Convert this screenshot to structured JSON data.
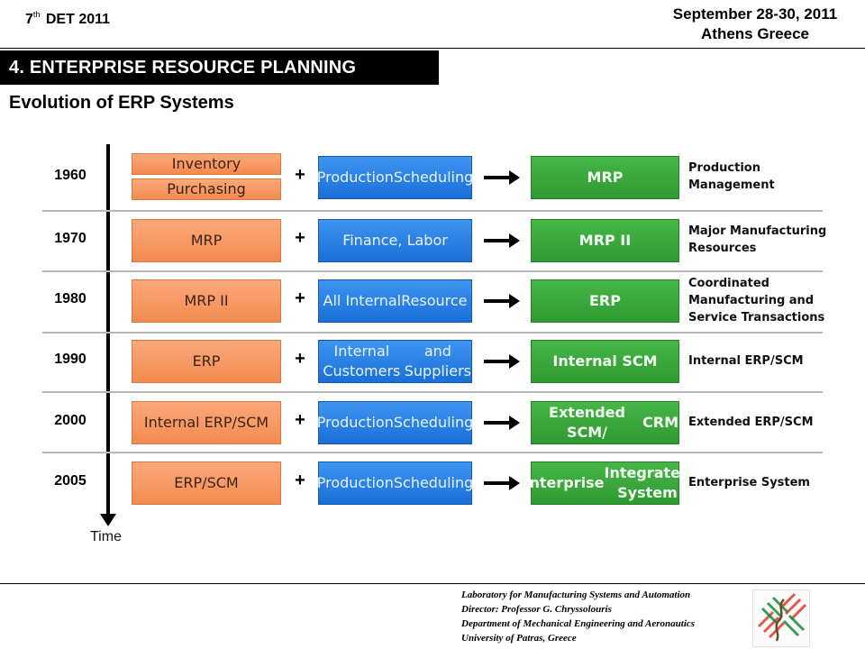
{
  "header": {
    "conf_prefix": "7",
    "conf_sup": "th",
    "conf_name": "DET 2011",
    "date": "September 28-30, 2011",
    "place": "Athens Greece"
  },
  "section_title": "4. ENTERPRISE RESOURCE PLANNING",
  "subtitle": "Evolution of ERP Systems",
  "time_label": "Time",
  "plus_sign": "+",
  "rows": [
    {
      "year": "1960",
      "inputs": [
        "Inventory",
        "Purchasing"
      ],
      "added": [
        "Production",
        "Scheduling"
      ],
      "result": [
        "MRP"
      ],
      "outcome": [
        "Production",
        "Management"
      ]
    },
    {
      "year": "1970",
      "inputs": [
        "MRP"
      ],
      "added": [
        "Finance, Labor"
      ],
      "result": [
        "MRP II"
      ],
      "outcome": [
        "Major Manufacturing",
        "Resources"
      ]
    },
    {
      "year": "1980",
      "inputs": [
        "MRP II"
      ],
      "added": [
        "All Internal",
        "Resource"
      ],
      "result": [
        "ERP"
      ],
      "outcome": [
        "Coordinated",
        "Manufacturing and",
        "Service Transactions"
      ]
    },
    {
      "year": "1990",
      "inputs": [
        "ERP"
      ],
      "added": [
        "Internal Customers",
        "and Suppliers"
      ],
      "result": [
        "Internal SCM"
      ],
      "outcome": [
        "Internal ERP/SCM"
      ]
    },
    {
      "year": "2000",
      "inputs": [
        "Internal ERP/SCM"
      ],
      "added": [
        "Production",
        "Scheduling"
      ],
      "result": [
        "Extended SCM/",
        "CRM"
      ],
      "outcome": [
        "Extended ERP/SCM"
      ]
    },
    {
      "year": "2005",
      "inputs": [
        "ERP/SCM"
      ],
      "added": [
        "Production",
        "Scheduling"
      ],
      "result": [
        "Enterprise",
        "Integrated System"
      ],
      "outcome": [
        "Enterprise System"
      ]
    }
  ],
  "footer": {
    "line1": "Laboratory for Manufacturing Systems and Automation",
    "line2": "Director: Professor G. Chryssolouris",
    "line3": "Department of Mechanical Engineering and Aeronautics",
    "line4": "University of Patras, Greece"
  },
  "colors": {
    "input_box": "#f79a63",
    "added_box": "#2a7fe4",
    "result_box": "#3aa83c",
    "banner": "#000000"
  }
}
